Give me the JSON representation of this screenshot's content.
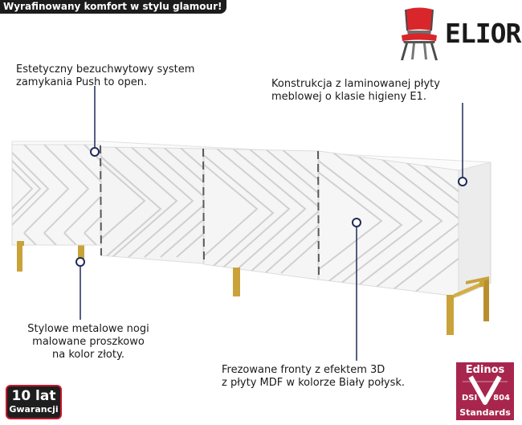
{
  "banner": {
    "text": "Wyrafinowany komfort w stylu glamour!"
  },
  "brand": {
    "name": "ELIOR",
    "icon": "chair-icon",
    "seat_color": "#d9262b"
  },
  "callouts": {
    "push_system": [
      "Estetyczny bezuchwytowy system",
      "zamykania Push to open."
    ],
    "board": [
      "Konstrukcja z laminowanej płyty",
      "meblowej o klasie higieny E1."
    ],
    "legs": [
      "Stylowe metalowe nogi",
      "malowane proszkowo",
      "na kolor złoty."
    ],
    "fronts": [
      "Frezowane fronty z efektem 3D",
      "z płyty MDF w kolorze Biały połysk."
    ]
  },
  "warranty": {
    "years": "10 lat",
    "label": "Gwarancji"
  },
  "certificate": {
    "name": "Edinos",
    "code_left": "DSI",
    "code_right": "804",
    "standards": "Standards",
    "color": "#a8264d"
  },
  "colors": {
    "marker": "#1f2a5a",
    "leg_gold": "#c9a23a",
    "cabinet_white": "#f7f7f7",
    "banner_bg": "#1c1c1c",
    "badge_border": "#c9162b"
  }
}
